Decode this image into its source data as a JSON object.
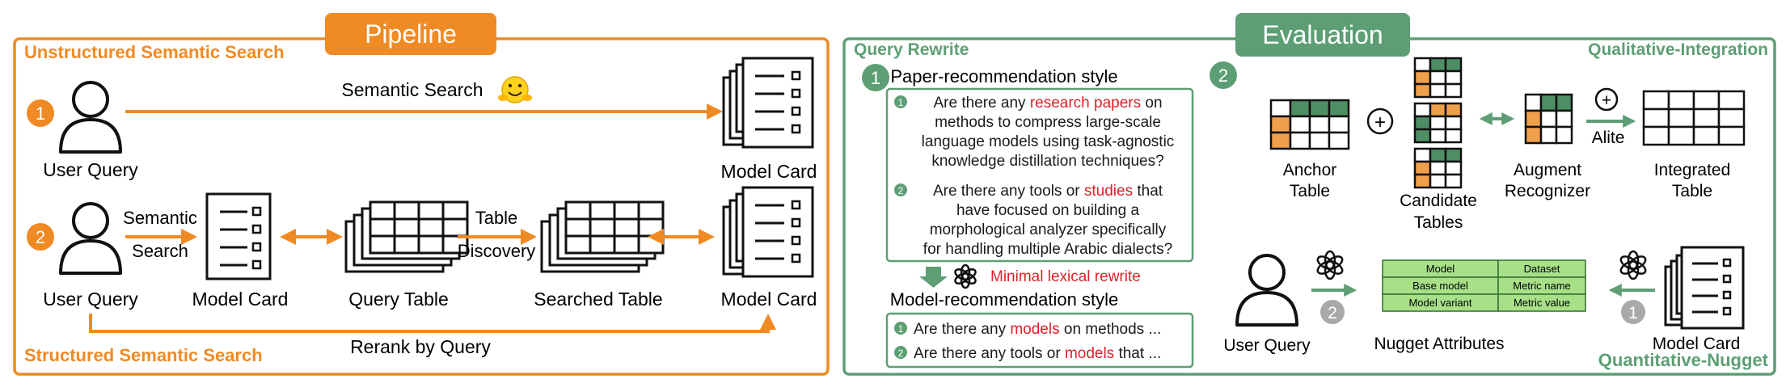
{
  "colors": {
    "orange": "#F08A24",
    "green": "#5E9E74",
    "green_cell": "#4E8E64",
    "orange_cell": "#F0A04B",
    "red_text": "#E0202A",
    "table_fill": "#A8E088",
    "gray_badge": "#A9A9A9"
  },
  "pipeline": {
    "title": "Pipeline",
    "unstructured_label": "Unstructured Semantic Search",
    "structured_label": "Structured Semantic Search",
    "step1_badge": "1",
    "step2_badge": "2",
    "semantic_search_label": "Semantic Search",
    "hf_icon": "hugging-face-emoji",
    "user_query_1": "User Query",
    "model_card_top": "Model Card",
    "user_query_2": "User Query",
    "semantic_search_2_line1": "Semantic",
    "semantic_search_2_line2": "Search",
    "model_card_mid": "Model Card",
    "query_table": "Query Table",
    "table_discovery_line1": "Table",
    "table_discovery_line2": "Discovery",
    "searched_table": "Searched Table",
    "model_card_right": "Model Card",
    "rerank_label": "Rerank by Query"
  },
  "evaluation": {
    "title": "Evaluation",
    "query_rewrite_label": "Query Rewrite",
    "qualitative_label": "Qualitative-Integration",
    "quantitative_label": "Quantitative-Nugget",
    "step1_badge": "1",
    "step2_badge": "2",
    "paper_style_title": "Paper-recommendation style",
    "q1_num": "1",
    "q1_lines": [
      [
        {
          "text": "Are there any ",
          "red": false
        },
        {
          "text": "research papers",
          "red": true
        },
        {
          "text": " on",
          "red": false
        }
      ],
      [
        {
          "text": "methods to compress large-scale",
          "red": false
        }
      ],
      [
        {
          "text": "language models using task-agnostic",
          "red": false
        }
      ],
      [
        {
          "text": "knowledge distillation techniques?",
          "red": false
        }
      ]
    ],
    "q2_num": "2",
    "q2_lines": [
      [
        {
          "text": "Are there any tools or ",
          "red": false
        },
        {
          "text": "studies",
          "red": true
        },
        {
          "text": " that",
          "red": false
        }
      ],
      [
        {
          "text": "have focused on building a",
          "red": false
        }
      ],
      [
        {
          "text": "morphological analyzer specifically",
          "red": false
        }
      ],
      [
        {
          "text": "for handling multiple Arabic dialects?",
          "red": false
        }
      ]
    ],
    "rewrite_label": "Minimal lexical rewrite",
    "model_style_title": "Model-recommendation style",
    "m1_num": "1",
    "m1_line": [
      {
        "text": "Are there any ",
        "red": false
      },
      {
        "text": "models",
        "red": true
      },
      {
        "text": " on methods ...",
        "red": false
      }
    ],
    "m2_num": "2",
    "m2_line": [
      {
        "text": "Are there any tools or ",
        "red": false
      },
      {
        "text": "models",
        "red": true
      },
      {
        "text": " that ...",
        "red": false
      }
    ],
    "anchor_table_line1": "Anchor",
    "anchor_table_line2": "Table",
    "plus_symbol": "+",
    "candidate_tables_line1": "Candidate",
    "candidate_tables_line2": "Tables",
    "augment_line1": "Augment",
    "augment_line2": "Recognizer",
    "alite_label": "Alite",
    "integrated_line1": "Integrated",
    "integrated_line2": "Table",
    "user_query": "User Query",
    "gray_badge_left": "2",
    "gray_badge_right": "1",
    "nugget_attributes": "Nugget Attributes",
    "model_card": "Model Card",
    "nugget_table": [
      [
        "Model",
        "Dataset"
      ],
      [
        "Base model",
        "Metric name"
      ],
      [
        "Model variant",
        "Metric value"
      ]
    ]
  }
}
